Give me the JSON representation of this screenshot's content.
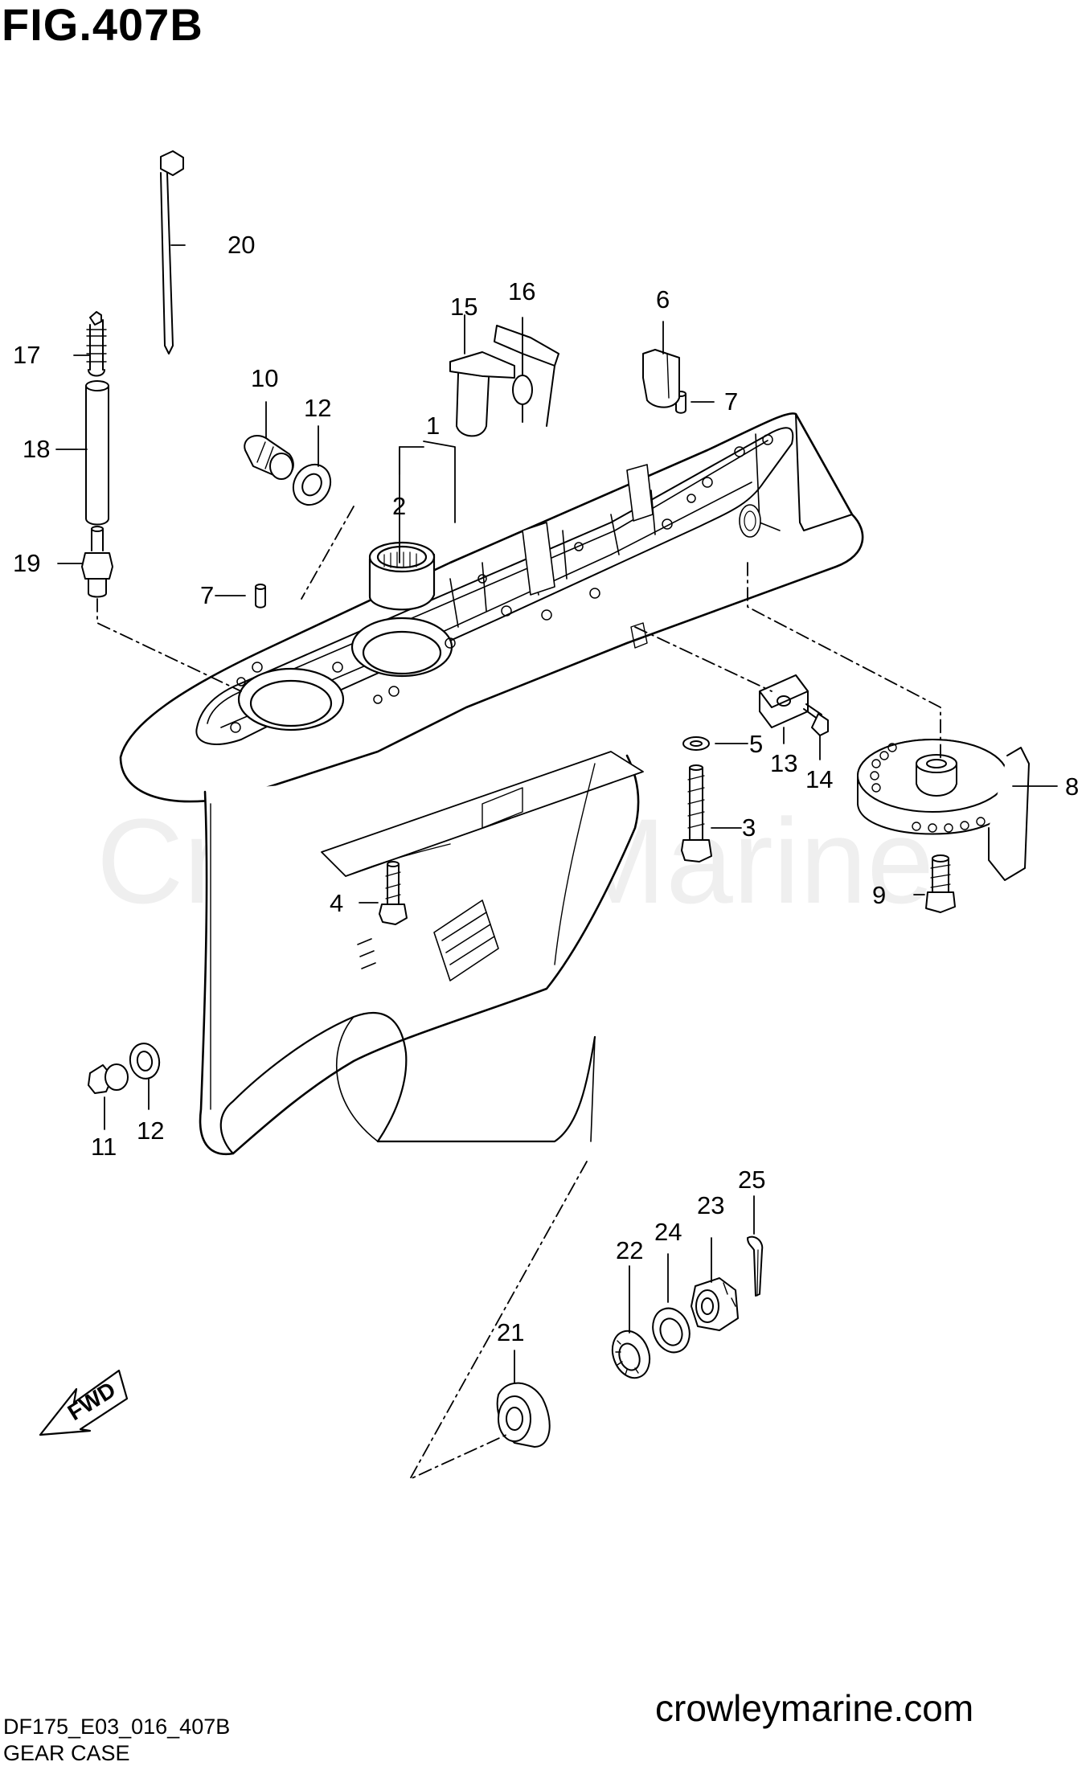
{
  "figure": {
    "title": "FIG.407B",
    "code": "DF175_E03_016_407B",
    "caption": "GEAR CASE",
    "website": "crowleymarine.com",
    "watermark": "Crowley Marine",
    "direction_label": "FWD"
  },
  "callouts": [
    "1",
    "2",
    "3",
    "4",
    "5",
    "6",
    "7",
    "7",
    "8",
    "9",
    "10",
    "11",
    "12",
    "12",
    "13",
    "14",
    "15",
    "16",
    "17",
    "18",
    "19",
    "20",
    "21",
    "22",
    "23",
    "24",
    "25"
  ],
  "parts": [
    "gear-case",
    "bearing",
    "bolt",
    "bolt",
    "washer",
    "cover",
    "pin",
    "pin",
    "trim-tab",
    "bolt",
    "plug",
    "plug",
    "gasket",
    "gasket",
    "anode",
    "bolt",
    "clip",
    "cover",
    "nipple",
    "tube",
    "nipple",
    "cable-tie",
    "seal",
    "washer",
    "nut",
    "washer",
    "cotter-pin"
  ]
}
